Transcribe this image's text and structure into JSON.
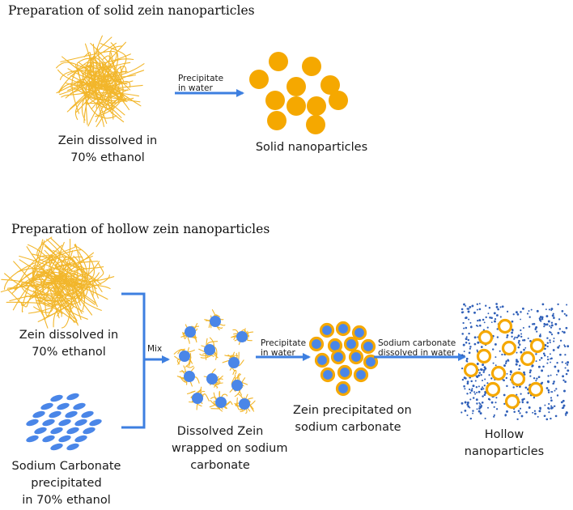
{
  "section1": {
    "title": "Preparation of solid zein nanoparticles",
    "zein_caption_line1": "Zein dissolved in",
    "zein_caption_line2": "70% ethanol",
    "arrow_label_line1": "Precipitate",
    "arrow_label_line2": "in water",
    "product_caption": "Solid nanoparticles"
  },
  "section2": {
    "title": "Preparation of hollow zein nanoparticles",
    "zein_caption_line1": "Zein dissolved in",
    "zein_caption_line2": "70% ethanol",
    "carbonate_caption_line1": "Sodium Carbonate",
    "carbonate_caption_line2": "precipitated",
    "carbonate_caption_line3": "in 70% ethanol",
    "mix_label": "Mix",
    "wrapped_caption_line1": "Dissolved Zein",
    "wrapped_caption_line2": "wrapped on sodium",
    "wrapped_caption_line3": "carbonate",
    "arrow2_label_line1": "Precipitate",
    "arrow2_label_line2": "in water",
    "precip_caption_line1": "Zein precipitated on",
    "precip_caption_line2": "sodium carbonate",
    "arrow3_label_line1": "Sodium carbonate",
    "arrow3_label_line2": "dissolved in water",
    "hollow_caption_line1": "Hollow",
    "hollow_caption_line2": "nanoparticles"
  },
  "colors": {
    "zein_yellow": "#f2b62b",
    "particle_orange": "#f5a800",
    "carbonate_blue": "#4a86e8",
    "arrow_blue": "#3d7fe0",
    "dot_blue": "#2f5fb8"
  }
}
